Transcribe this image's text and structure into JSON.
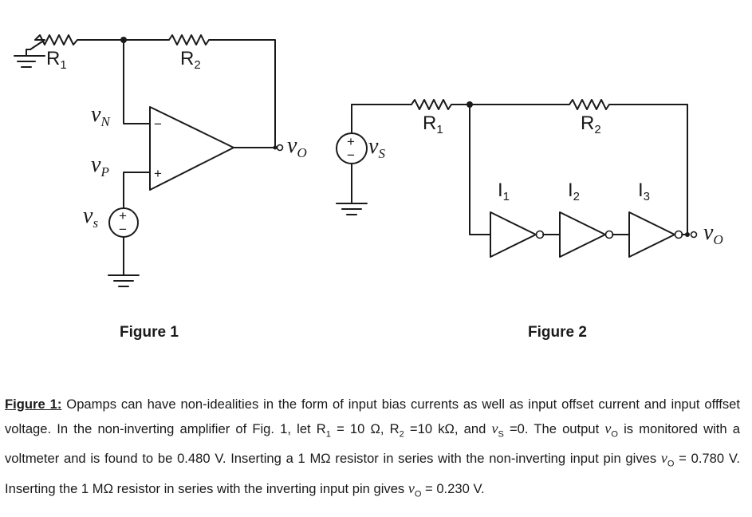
{
  "figure1": {
    "caption": "Figure 1",
    "r1": {
      "base": "R",
      "sub": "1"
    },
    "r2": {
      "base": "R",
      "sub": "2"
    },
    "vn": {
      "base": "v",
      "sub": "N"
    },
    "vp": {
      "base": "v",
      "sub": "P"
    },
    "vs": {
      "base": "v",
      "sub": "s"
    },
    "vo": {
      "base": "v",
      "sub": "O"
    },
    "minus_sign": "−",
    "plus_sign": "+"
  },
  "figure2": {
    "caption": "Figure 2",
    "r1": {
      "base": "R",
      "sub": "1"
    },
    "r2": {
      "base": "R",
      "sub": "2"
    },
    "vs": {
      "base": "v",
      "sub": "S"
    },
    "vo": {
      "base": "v",
      "sub": "O"
    },
    "i1": {
      "base": "I",
      "sub": "1"
    },
    "i2": {
      "base": "I",
      "sub": "2"
    },
    "i3": {
      "base": "I",
      "sub": "3"
    },
    "plus_sign": "+",
    "minus_sign": "−"
  },
  "paragraph": {
    "heading": "Figure 1:",
    "s1": " Opamps can have non-idealities in the form of input bias currents as well as input offset current and input offfset voltage. In the non-inverting amplifier of Fig. 1, let R",
    "s1_sub": "1",
    "s2": " = 10 Ω, R",
    "s2_sub": "2",
    "s3": " =10 kΩ, and ",
    "v": "v",
    "s_sub": "S",
    "o_sub": "O",
    "s4": " =0. The output ",
    "s5": " is monitored with a voltmeter and is found to be 0.480 V. Inserting a 1 MΩ resistor in series with the non-inverting input pin gives ",
    "s6": " = 0.780 V. Inserting the 1 MΩ resistor in series with the inverting input pin gives ",
    "s7": " = 0.230 V."
  }
}
